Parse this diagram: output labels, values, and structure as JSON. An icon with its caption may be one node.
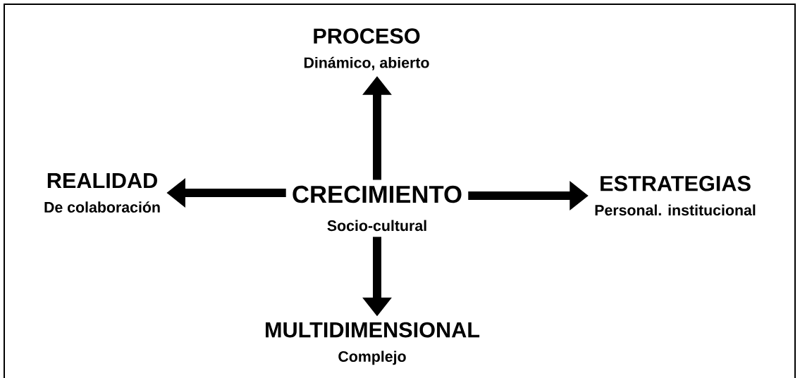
{
  "diagram": {
    "nodes": [
      {
        "text": [
          "CRECIMIENTO",
          "Socio-cultural"
        ]
      },
      {
        "text": [
          "PROCESO",
          "Dinámico, abierto"
        ]
      },
      {
        "text": [
          "REALIDAD",
          "De colaboración"
        ]
      },
      {
        "text": [
          "ESTRATEGIAS",
          "Personal. institucional"
        ]
      },
      {
        "text": [
          "MULTIDIMENSIONAL",
          "Complejo"
        ]
      }
    ],
    "edges": [
      {
        "from": 0,
        "to": 1,
        "arrow": "to"
      },
      {
        "from": 0,
        "to": 2,
        "arrow": "to"
      },
      {
        "from": 0,
        "to": 3,
        "arrow": "to"
      },
      {
        "from": 0,
        "to": 4,
        "arrow": "to"
      }
    ]
  }
}
